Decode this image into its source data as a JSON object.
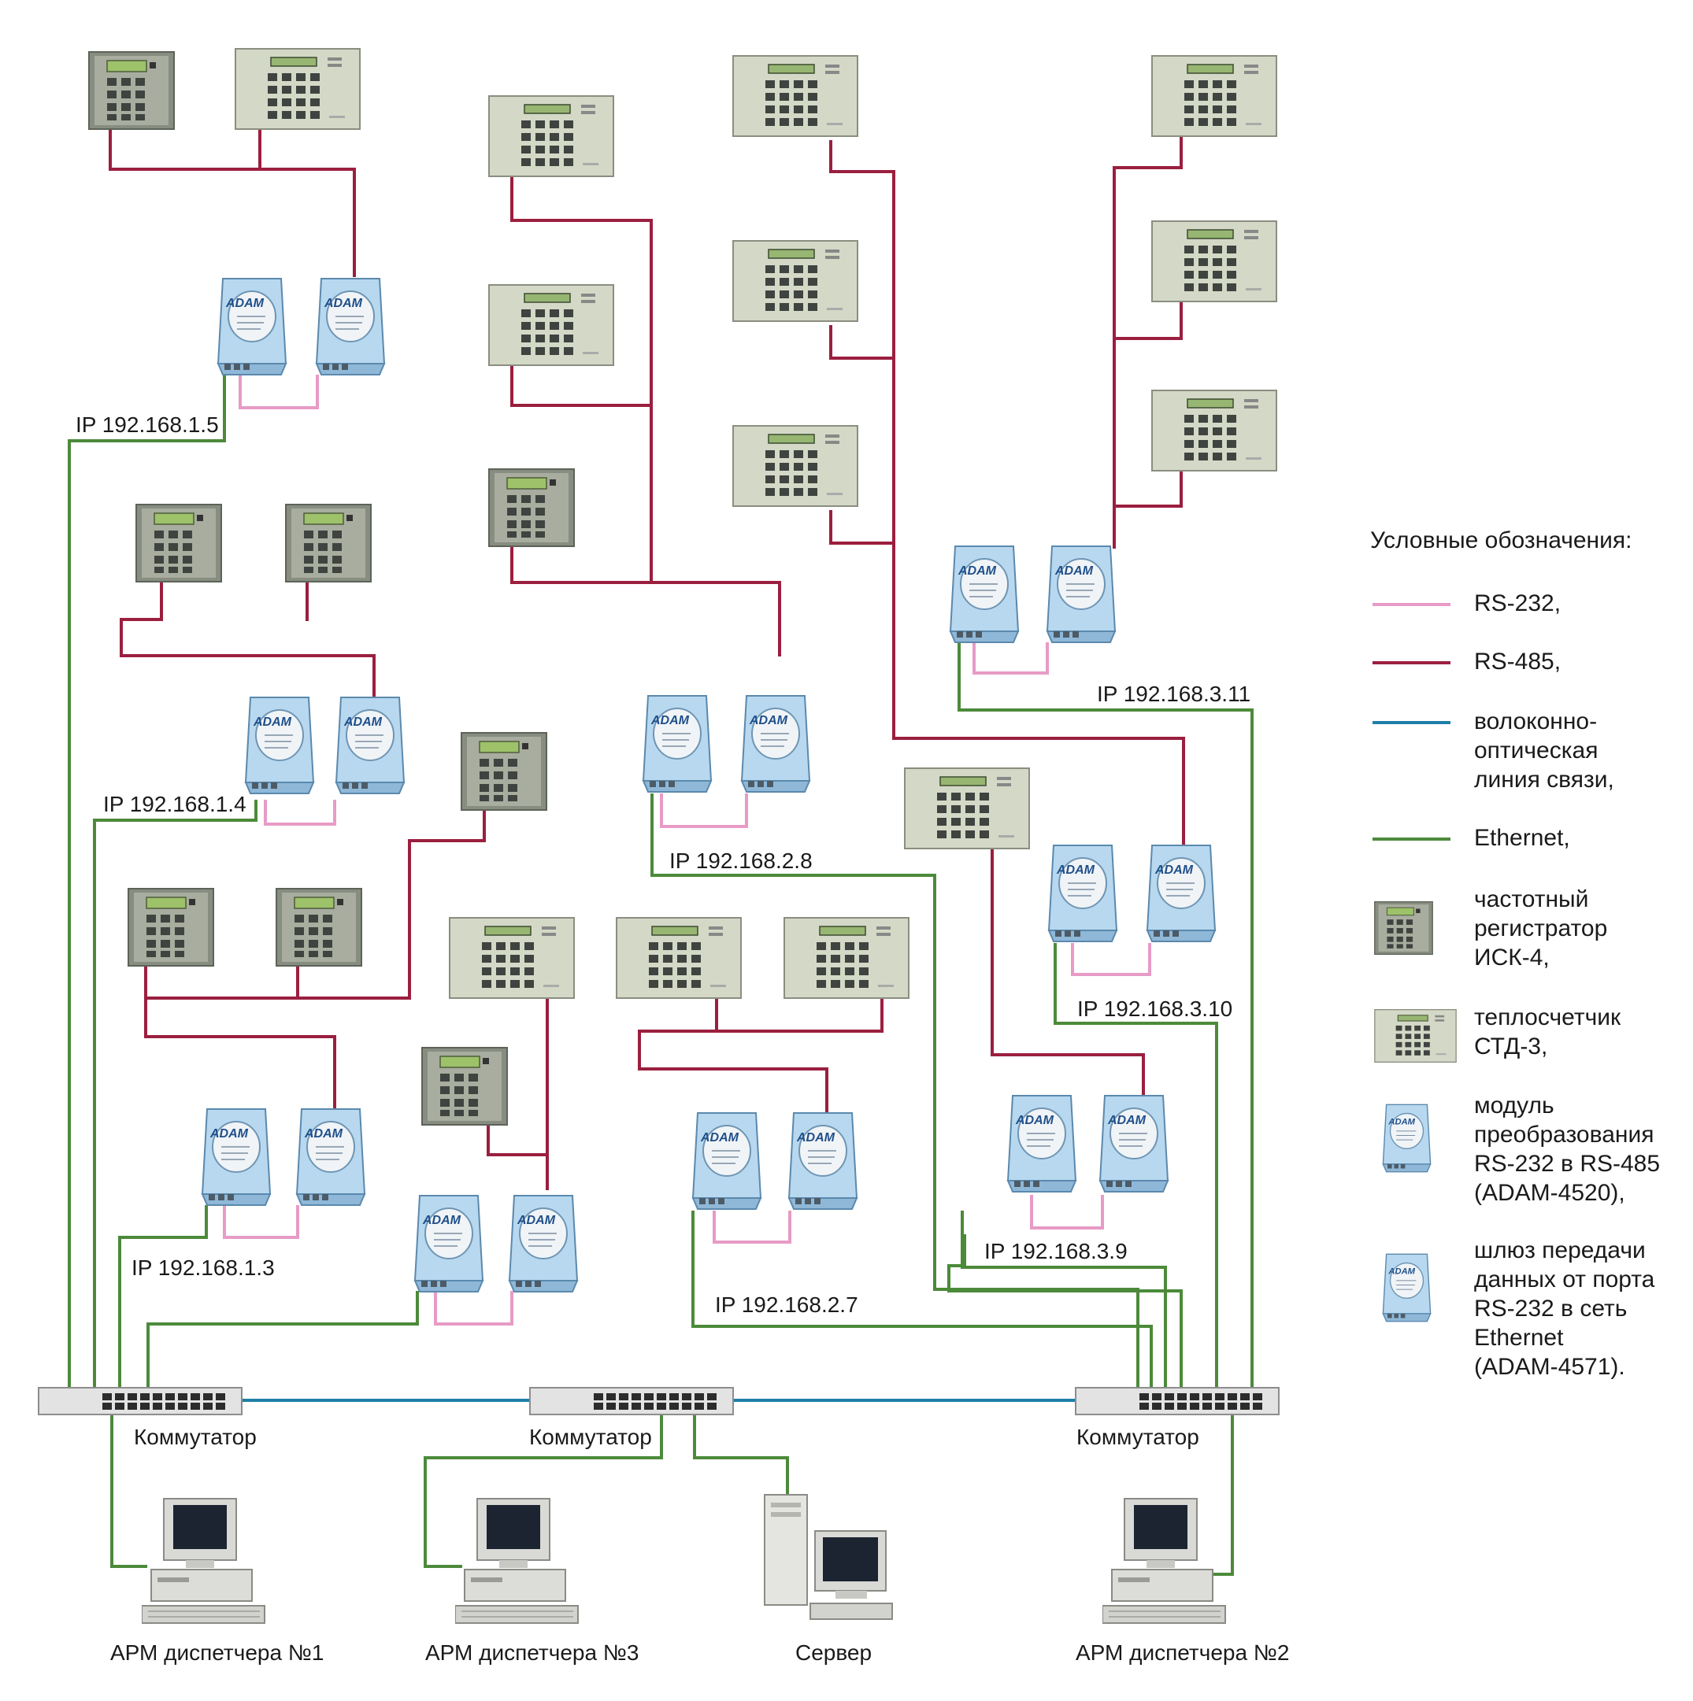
{
  "colors": {
    "rs232": "#e79bc6",
    "rs485": "#9b1f3f",
    "fiber": "#1f7fa8",
    "ethernet": "#4c8a3a",
    "device_panel": "#d6dac8",
    "device_dark": "#8c9286",
    "adam_body": "#b7d8ef",
    "switch_body": "#e3e3e3"
  },
  "ip_labels": [
    "IP 192.168.1.5",
    "IP 192.168.1.4",
    "IP 192.168.1.3",
    "IP 192.168.2.8",
    "IP 192.168.2.7",
    "IP 192.168.3.11",
    "IP 192.168.3.10",
    "IP 192.168.3.9"
  ],
  "device_text": {
    "adam_brand": "ADAM"
  },
  "switches": {
    "left": "Коммутатор",
    "center": "Коммутатор",
    "right": "Коммутатор"
  },
  "workstations": {
    "arm1": "АРМ диспетчера №1",
    "arm3": "АРМ диспетчера №3",
    "server": "Сервер",
    "arm2": "АРМ диспетчера №2"
  },
  "legend": {
    "title": "Условные обозначения:",
    "rs232": "RS-232,",
    "rs485": "RS-485,",
    "fiber": "волоконно-\nоптическая\nлиния связи,",
    "ethernet": "Ethernet,",
    "isk4": "частотный\nрегистратор\nИСК-4,",
    "std3": "теплосчетчик\nСТД-3,",
    "adam4520": "модуль\nпреобразования\nRS-232 в RS-485\n(ADAM-4520),",
    "adam4571": "шлюз передачи\nданных от порта\nRS-232 в сеть\nEthernet\n(ADAM-4571)."
  },
  "icons": {
    "isk4": "frequency-registrar-icon",
    "std3": "heat-meter-icon",
    "adam4520": "adam-4520-module-icon",
    "adam4571": "adam-4571-gateway-icon",
    "switch": "network-switch-icon",
    "workstation": "computer-workstation-icon",
    "server": "server-icon"
  }
}
